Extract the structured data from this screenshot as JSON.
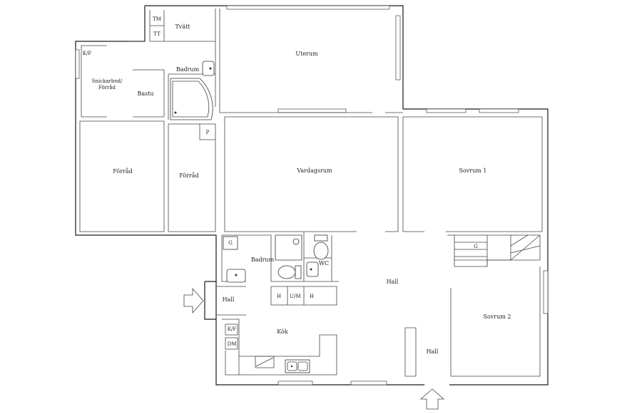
{
  "rooms": {
    "tvatt": "Tvätt",
    "uterum": "Uterum",
    "kf_top": "K/F",
    "snickarbod_1": "Snickarbod/",
    "snickarbod_2": "Förråd",
    "bastu": "Bastu",
    "badrum_upper": "Badrum",
    "forrad_left": "Förråd",
    "forrad_mid": "Förråd",
    "vardagsrum": "Vardagsrum",
    "sovrum1": "Sovrum 1",
    "badrum_lower": "Badrum",
    "wc": "WC",
    "hall_center": "Hall",
    "hall_left": "Hall",
    "hall_bottom": "Hall",
    "kok": "Kök",
    "sovrum2": "Sovrum 2"
  },
  "fixtures": {
    "tm": "TM",
    "tt": "TT",
    "p": "P",
    "g_left": "G",
    "g_stairs": "G",
    "h1": "H",
    "um": "U/M",
    "h2": "H",
    "kf_kitchen": "K/F",
    "dm": "DM"
  },
  "icons": {
    "entry_left": "arrow-right-icon",
    "entry_bottom": "arrow-up-icon"
  }
}
